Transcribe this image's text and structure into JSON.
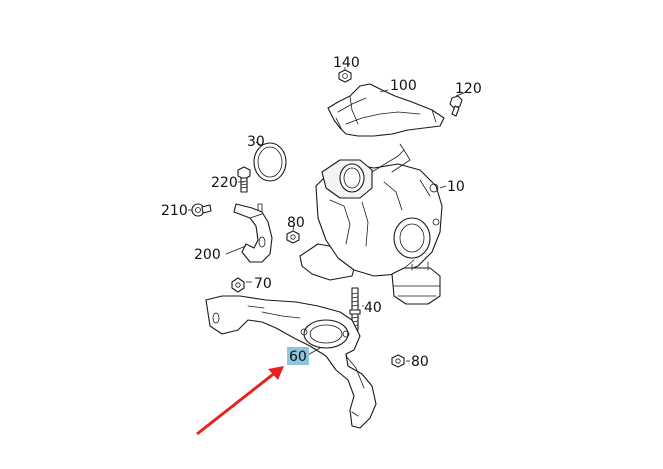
{
  "colors": {
    "highlight": "#8ec5dc",
    "arrow": "#e8231f",
    "line": "#1a1a1a"
  },
  "callouts": {
    "p10": "10",
    "p30": "30",
    "p40": "40",
    "p60": "60",
    "p70": "70",
    "p80_upper": "80",
    "p80_lower": "80",
    "p100": "100",
    "p120": "120",
    "p140": "140",
    "p200": "200",
    "p210": "210",
    "p220": "220"
  }
}
